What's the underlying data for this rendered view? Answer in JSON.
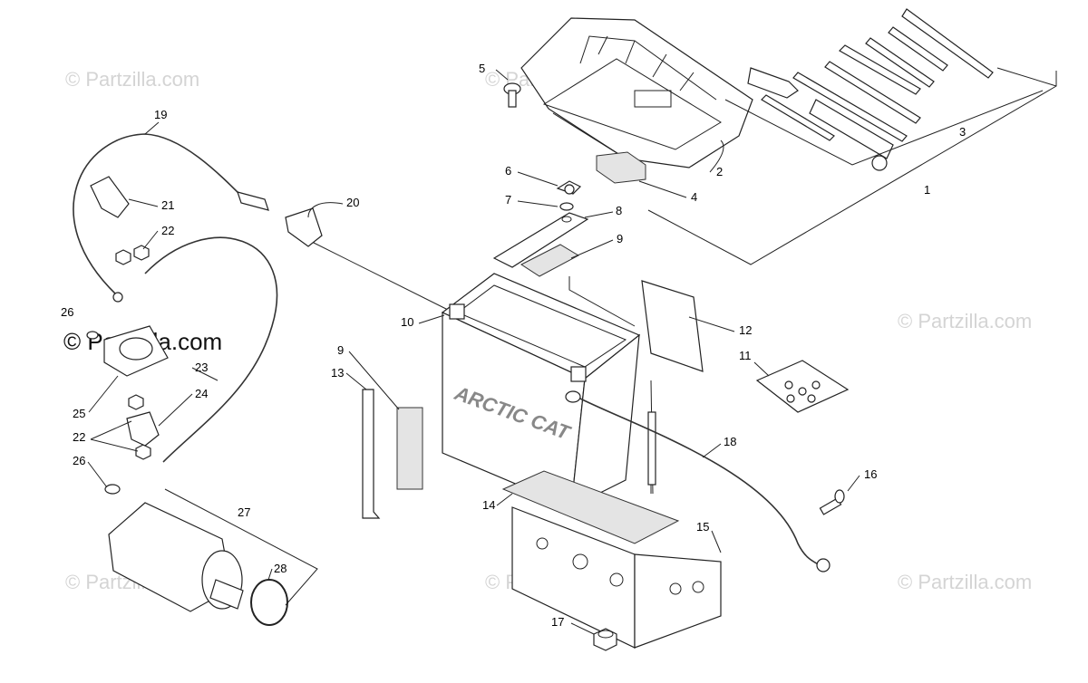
{
  "watermark": {
    "text": "© Partzilla.com"
  },
  "callouts": [
    "1",
    "2",
    "3",
    "4",
    "5",
    "6",
    "7",
    "8",
    "9",
    "9",
    "10",
    "11",
    "12",
    "13",
    "14",
    "15",
    "16",
    "17",
    "18",
    "19",
    "20",
    "21",
    "22",
    "22",
    "23",
    "24",
    "25",
    "26",
    "26",
    "27",
    "28"
  ],
  "battery": {
    "brand": "ARCTIC CAT"
  }
}
